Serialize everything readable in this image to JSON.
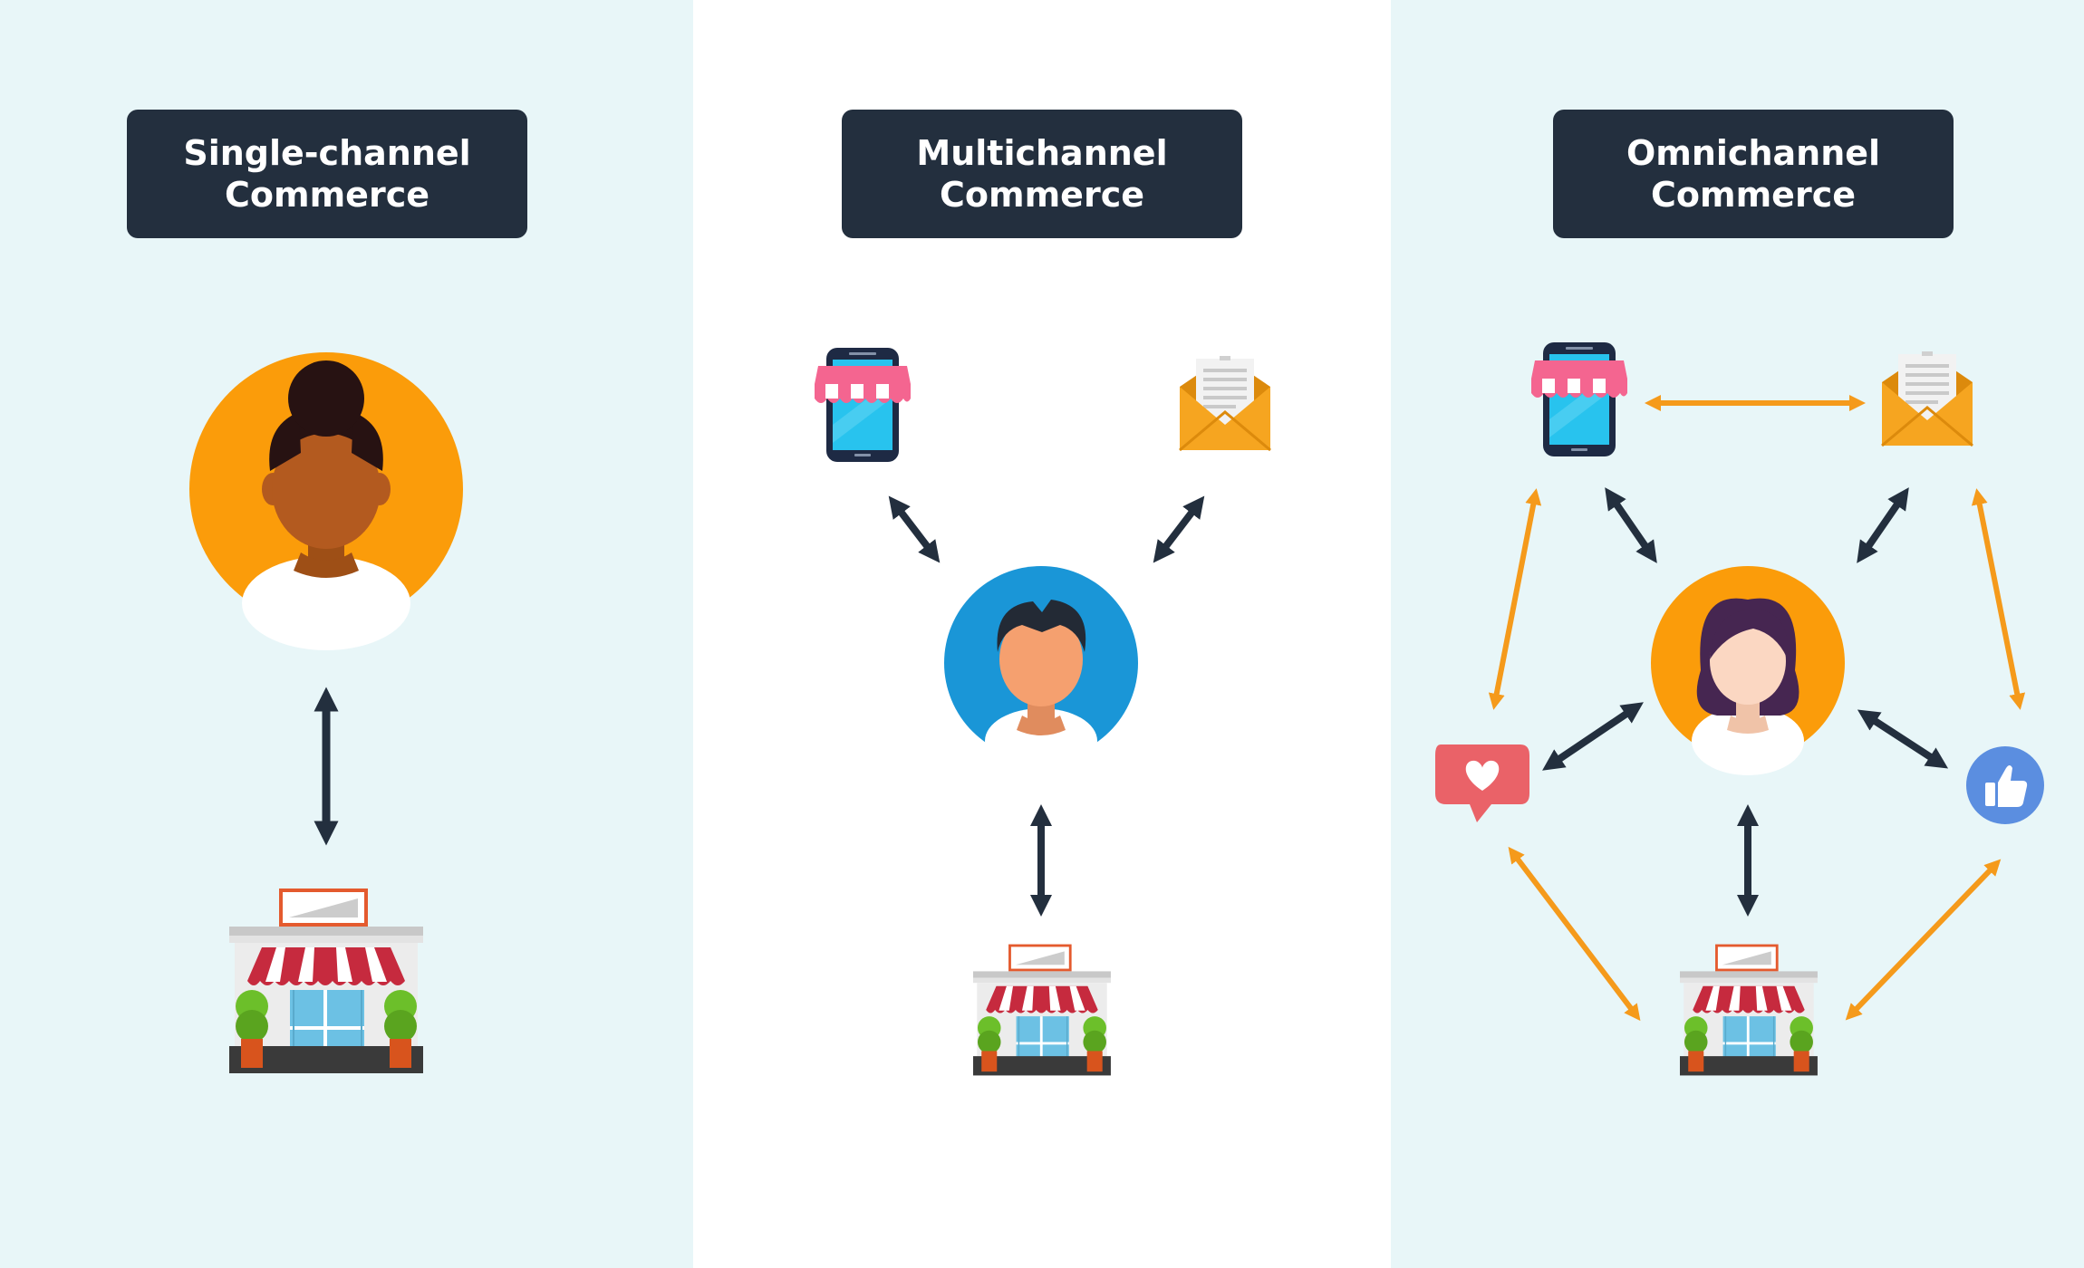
{
  "colors": {
    "panel_light": "#e8f6f8",
    "panel_white": "#ffffff",
    "title_bg": "#232f3e",
    "title_text": "#ffffff",
    "customer_arrow": "#232f3e",
    "channel_arrow": "#f59a1b",
    "avatar_orange": "#fb9c0a",
    "avatar_blue": "#1a96d7"
  },
  "panels": [
    {
      "title_line1": "Single-channel",
      "title_line2": "Commerce",
      "channels": [
        "physical-store"
      ]
    },
    {
      "title_line1": "Multichannel",
      "title_line2": "Commerce",
      "channels": [
        "mobile-store",
        "email",
        "physical-store"
      ]
    },
    {
      "title_line1": "Omnichannel",
      "title_line2": "Commerce",
      "channels": [
        "mobile-store",
        "email",
        "instagram-like",
        "facebook-like",
        "physical-store"
      ]
    }
  ],
  "icons": {
    "customer": "person-avatar-icon",
    "store": "storefront-icon",
    "mobile": "mobile-shop-icon",
    "email": "email-envelope-icon",
    "heart": "heart-notification-icon",
    "thumb": "thumbs-up-icon"
  }
}
